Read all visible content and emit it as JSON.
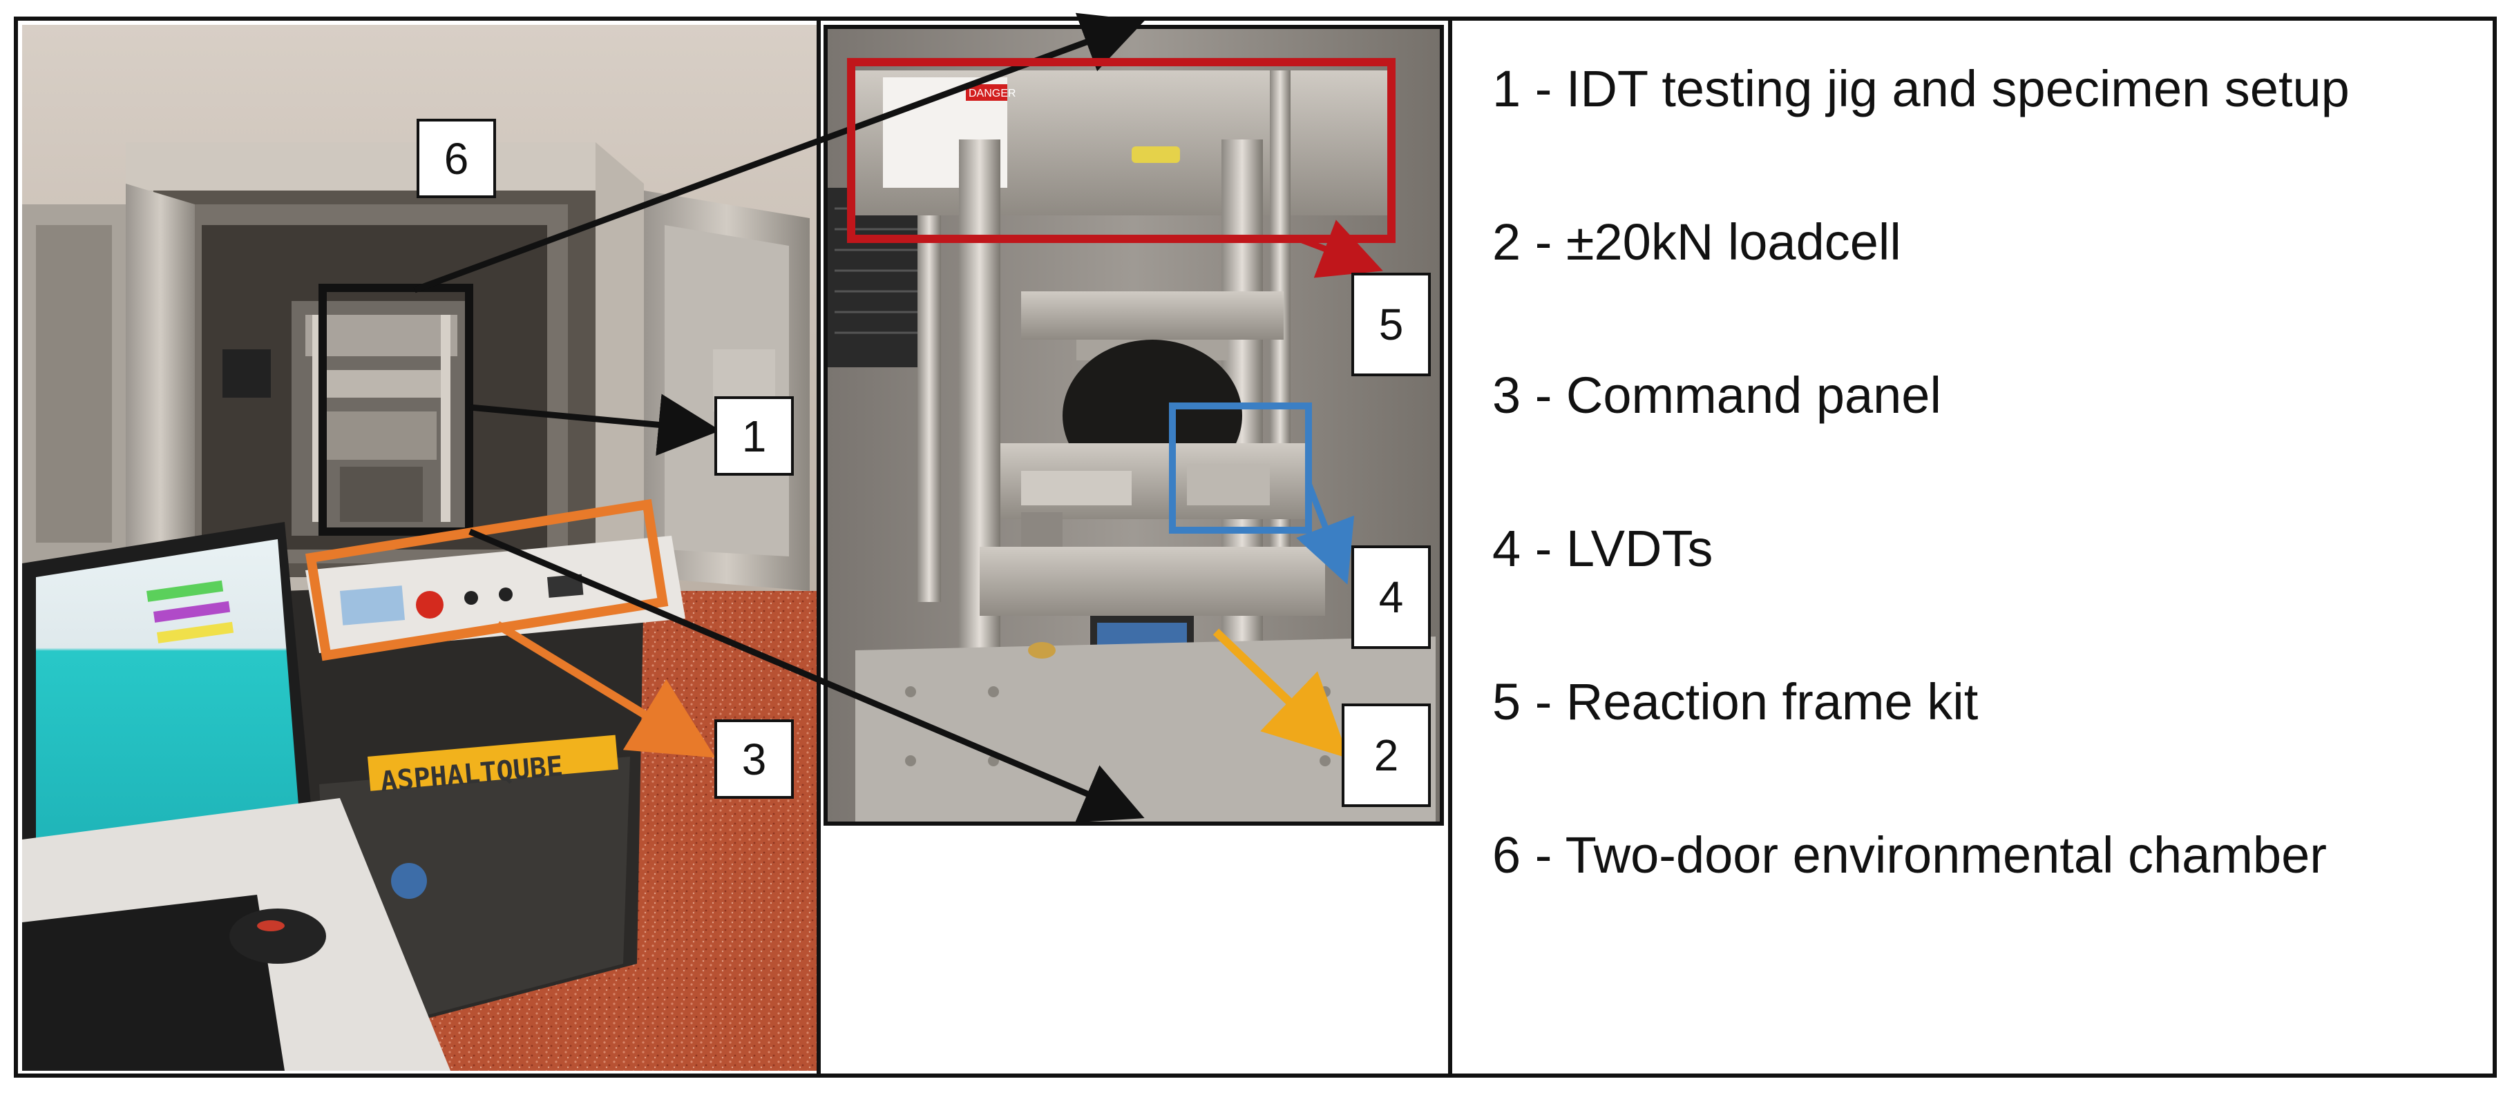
{
  "legend": {
    "items": [
      {
        "number": "1",
        "text": "1 - IDT testing jig and specimen setup"
      },
      {
        "number": "2",
        "text": "2 -  ±20kN loadcell"
      },
      {
        "number": "3",
        "text": "3 - Command panel"
      },
      {
        "number": "4",
        "text": "4 - LVDTs"
      },
      {
        "number": "5",
        "text": "5 - Reaction frame kit"
      },
      {
        "number": "6",
        "text": "6 - Two-door environmental chamber"
      }
    ]
  },
  "callouts": {
    "one": "1",
    "two": "2",
    "three": "3",
    "four": "4",
    "five": "5",
    "six": "6"
  },
  "photo": {
    "brand": "ASPHALTQUBE",
    "warning": "DANGER"
  },
  "colors": {
    "red_box": "#c0161b",
    "orange_box": "#e87a2a",
    "blue_box": "#3b7fc4",
    "yellow_arrow": "#f0a81a",
    "black": "#111111"
  }
}
